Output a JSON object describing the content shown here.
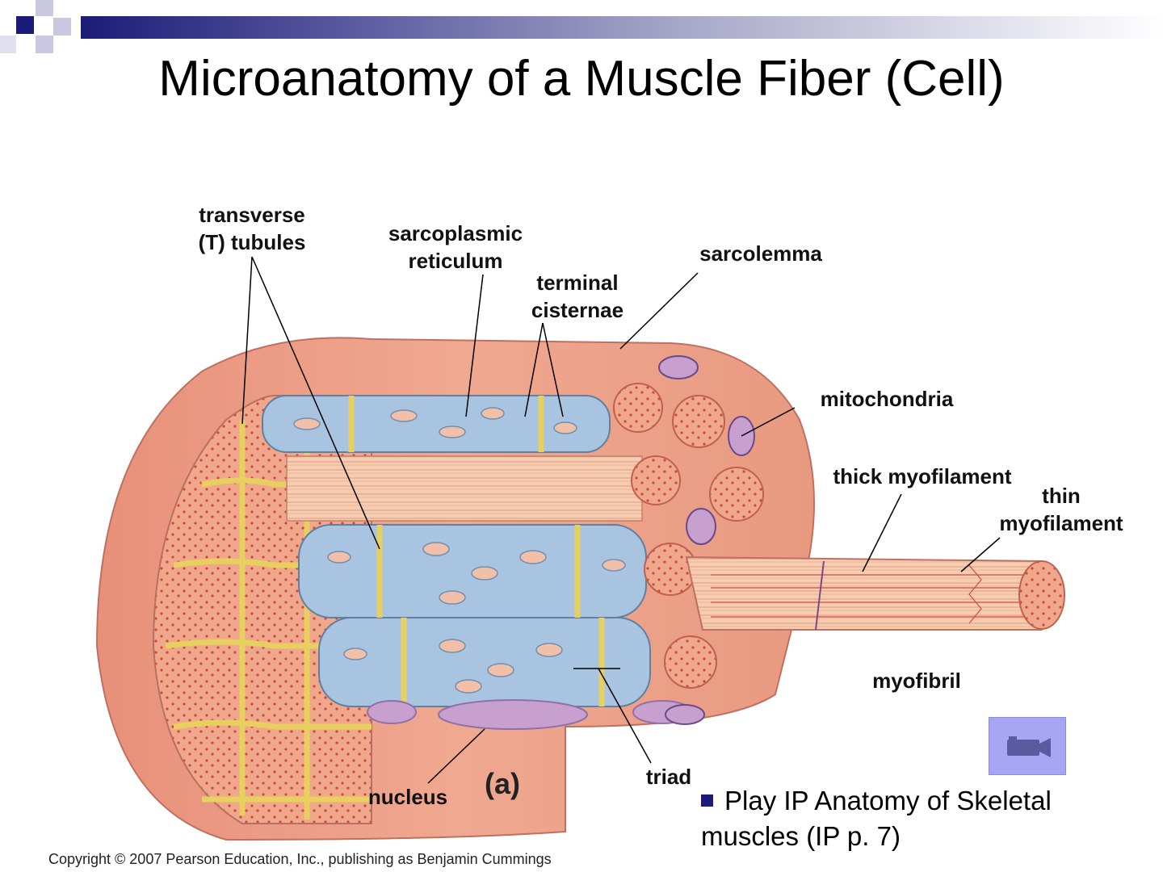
{
  "slide": {
    "title": "Microanatomy of a Muscle Fiber (Cell)",
    "copyright": "Copyright © 2007 Pearson Education, Inc., publishing as Benjamin Cummings",
    "panel_label": "(a)",
    "bullet": "Play IP Anatomy of Skeletal muscles (IP p. 7)",
    "movie_icon": "movie-camera-icon",
    "accent_color": "#1c1c78"
  },
  "labels": {
    "transverse_line1": "transverse",
    "transverse_line2": "(T) tubules",
    "sarcoplasmic_line1": "sarcoplasmic",
    "sarcoplasmic_line2": "reticulum",
    "terminal_line1": "terminal",
    "terminal_line2": "cisternae",
    "sarcolemma": "sarcolemma",
    "mitochondria": "mitochondria",
    "thick": "thick myofilament",
    "thin_line1": "thin",
    "thin_line2": "myofilament",
    "myofibril": "myofibril",
    "triad": "triad",
    "nucleus": "nucleus"
  }
}
